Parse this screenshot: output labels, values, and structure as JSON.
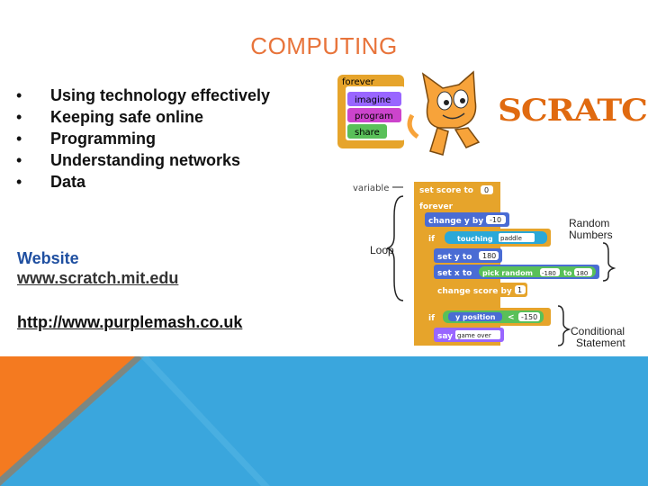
{
  "title": "COMPUTING",
  "bullets": [
    {
      "marker": "•",
      "text": "Using technology effectively"
    },
    {
      "marker": "•",
      "text": "Keeping safe online"
    },
    {
      "marker": "•",
      "text": "Programming"
    },
    {
      "marker": "•",
      "text": "Understanding networks"
    },
    {
      "marker": "•",
      "text": "Data"
    }
  ],
  "website": {
    "label": "Website",
    "url": "www.scratch.mit.edu"
  },
  "second_link": "http://www.purplemash.co.uk",
  "scratch_intro_blocks": {
    "forever": "forever",
    "imagine": "imagine",
    "program": "program",
    "share": "share"
  },
  "logo": "SCRATCH",
  "script": {
    "variable_label": "variable",
    "set_score": "set score to",
    "set_score_value": "0",
    "forever": "forever",
    "change_y": "change y by",
    "change_y_value": "-10",
    "if1": "if",
    "touching": "touching",
    "touching_value": "paddle",
    "set_y": "set y to",
    "set_y_value": "180",
    "set_x": "set x to",
    "pick_random": "pick random",
    "random_from": "-180",
    "random_to_label": "to",
    "random_to": "180",
    "change_score": "change score by",
    "change_score_value": "1",
    "if2": "if",
    "y_position": "y position",
    "lt": "<",
    "compare_value": "-150",
    "say": "say",
    "say_value": "game over"
  },
  "annotations": {
    "loop": "Loop",
    "random_line1": "Random",
    "random_line2": "Numbers",
    "conditional_line1": "Conditional",
    "conditional_line2": "Statement"
  },
  "colors": {
    "title": "#e8743b",
    "orange": "#f47a20",
    "blue": "#3aa6dd",
    "scratch_orange": "#e6a42b",
    "scratch_purple": "#9966ff",
    "scratch_blue": "#4a6cd4",
    "scratch_green": "#59c059"
  }
}
